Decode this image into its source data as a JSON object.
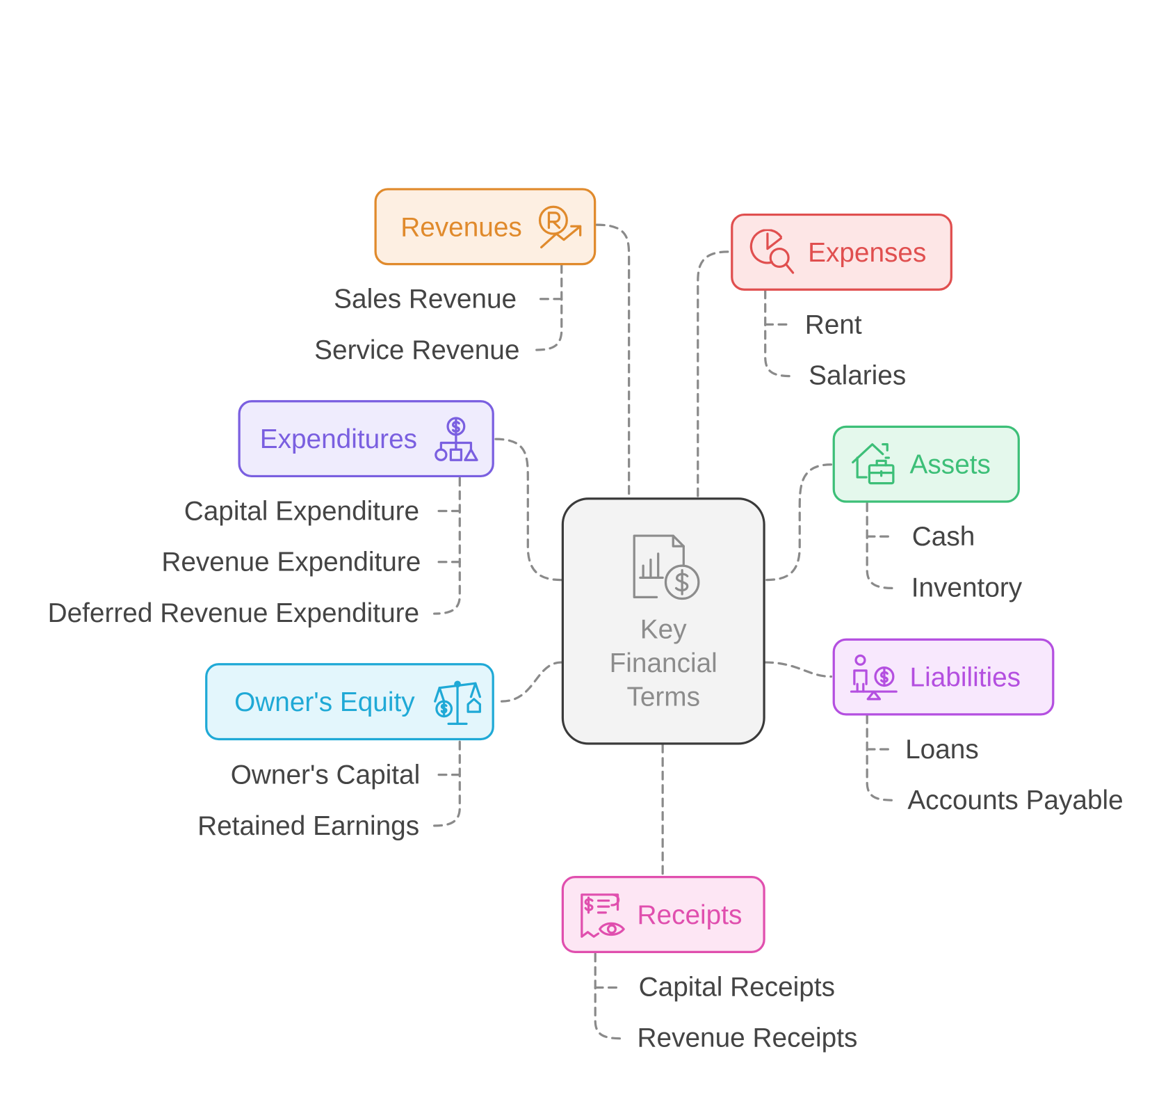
{
  "center": {
    "lines": [
      "Key",
      "Financial",
      "Terms"
    ],
    "icon": "document-dollar-chart-icon"
  },
  "colors": {
    "revenues": "#e08a2c",
    "expenses": "#e04f4f",
    "expenditures": "#7a5fe0",
    "assets": "#3dbf78",
    "equity": "#1fa9d6",
    "liabilities": "#b44fe0",
    "receipts": "#e04fae",
    "connector": "#8a8a8a",
    "text": "#444444"
  },
  "revenues": {
    "label": "Revenues",
    "icon": "rupee-growth-icon",
    "items": [
      "Sales Revenue",
      "Service Revenue"
    ]
  },
  "expenses": {
    "label": "Expenses",
    "icon": "pie-chart-search-icon",
    "items": [
      "Rent",
      "Salaries"
    ]
  },
  "expenditures": {
    "label": "Expenditures",
    "icon": "dollar-hierarchy-icon",
    "items": [
      "Capital Expenditure",
      "Revenue Expenditure",
      "Deferred Revenue Expenditure"
    ]
  },
  "assets": {
    "label": "Assets",
    "icon": "house-briefcase-icon",
    "items": [
      "Cash",
      "Inventory"
    ]
  },
  "equity": {
    "label": "Owner's Equity",
    "icon": "balance-scale-icon",
    "items": [
      "Owner's Capital",
      "Retained Earnings"
    ]
  },
  "liabilities": {
    "label": "Liabilities",
    "icon": "person-dollar-balance-icon",
    "items": [
      "Loans",
      "Accounts Payable"
    ]
  },
  "receipts": {
    "label": "Receipts",
    "icon": "receipt-eye-icon",
    "items": [
      "Capital Receipts",
      "Revenue Receipts"
    ]
  }
}
